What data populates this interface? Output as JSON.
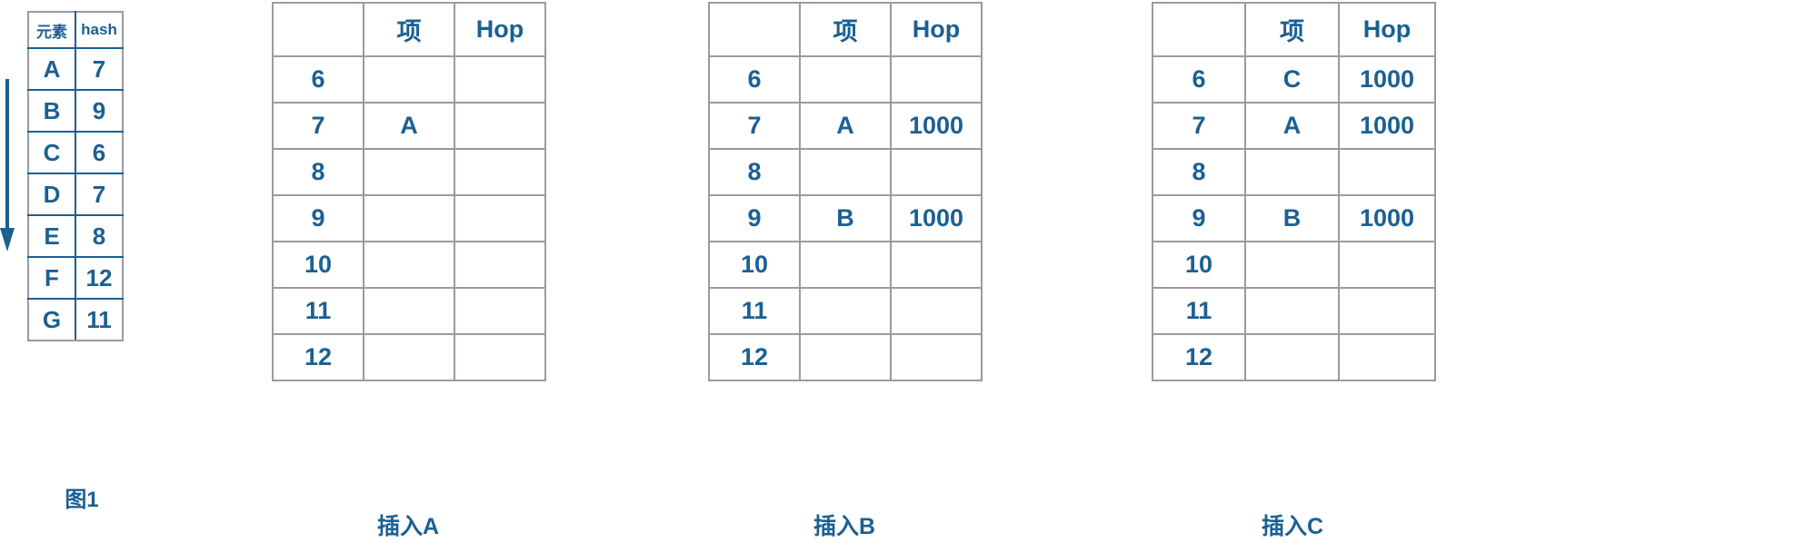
{
  "figure": {
    "title": "Hopscotch hashing insertion sequence",
    "accent_color": "#1b6092",
    "grid_color": "#9a9aa4",
    "background": "#ffffff"
  },
  "hash_table": {
    "caption": "图1",
    "headers": [
      "元素",
      "hash"
    ],
    "rows": [
      {
        "element": "A",
        "hash": "7"
      },
      {
        "element": "B",
        "hash": "9"
      },
      {
        "element": "C",
        "hash": "6"
      },
      {
        "element": "D",
        "hash": "7"
      },
      {
        "element": "E",
        "hash": "8"
      },
      {
        "element": "F",
        "hash": "12"
      },
      {
        "element": "G",
        "hash": "11"
      }
    ],
    "order_arrow": "down-arrow"
  },
  "steps": [
    {
      "id": "insert-a",
      "caption": "插入A",
      "headers": [
        "",
        "项",
        "Hop"
      ],
      "rows": [
        {
          "index": "6",
          "item": "",
          "hop": ""
        },
        {
          "index": "7",
          "item": "A",
          "hop": ""
        },
        {
          "index": "8",
          "item": "",
          "hop": ""
        },
        {
          "index": "9",
          "item": "",
          "hop": ""
        },
        {
          "index": "10",
          "item": "",
          "hop": ""
        },
        {
          "index": "11",
          "item": "",
          "hop": ""
        },
        {
          "index": "12",
          "item": "",
          "hop": ""
        }
      ]
    },
    {
      "id": "insert-b",
      "caption": "插入B",
      "headers": [
        "",
        "项",
        "Hop"
      ],
      "rows": [
        {
          "index": "6",
          "item": "",
          "hop": ""
        },
        {
          "index": "7",
          "item": "A",
          "hop": "1000"
        },
        {
          "index": "8",
          "item": "",
          "hop": ""
        },
        {
          "index": "9",
          "item": "B",
          "hop": "1000"
        },
        {
          "index": "10",
          "item": "",
          "hop": ""
        },
        {
          "index": "11",
          "item": "",
          "hop": ""
        },
        {
          "index": "12",
          "item": "",
          "hop": ""
        }
      ]
    },
    {
      "id": "insert-c",
      "caption": "插入C",
      "headers": [
        "",
        "项",
        "Hop"
      ],
      "rows": [
        {
          "index": "6",
          "item": "C",
          "hop": "1000"
        },
        {
          "index": "7",
          "item": "A",
          "hop": "1000"
        },
        {
          "index": "8",
          "item": "",
          "hop": ""
        },
        {
          "index": "9",
          "item": "B",
          "hop": "1000"
        },
        {
          "index": "10",
          "item": "",
          "hop": ""
        },
        {
          "index": "11",
          "item": "",
          "hop": ""
        },
        {
          "index": "12",
          "item": "",
          "hop": ""
        }
      ]
    }
  ],
  "arrows": [
    {
      "id": "arrow-a-to-b",
      "direction": "right"
    },
    {
      "id": "arrow-b-to-c",
      "direction": "right"
    }
  ]
}
